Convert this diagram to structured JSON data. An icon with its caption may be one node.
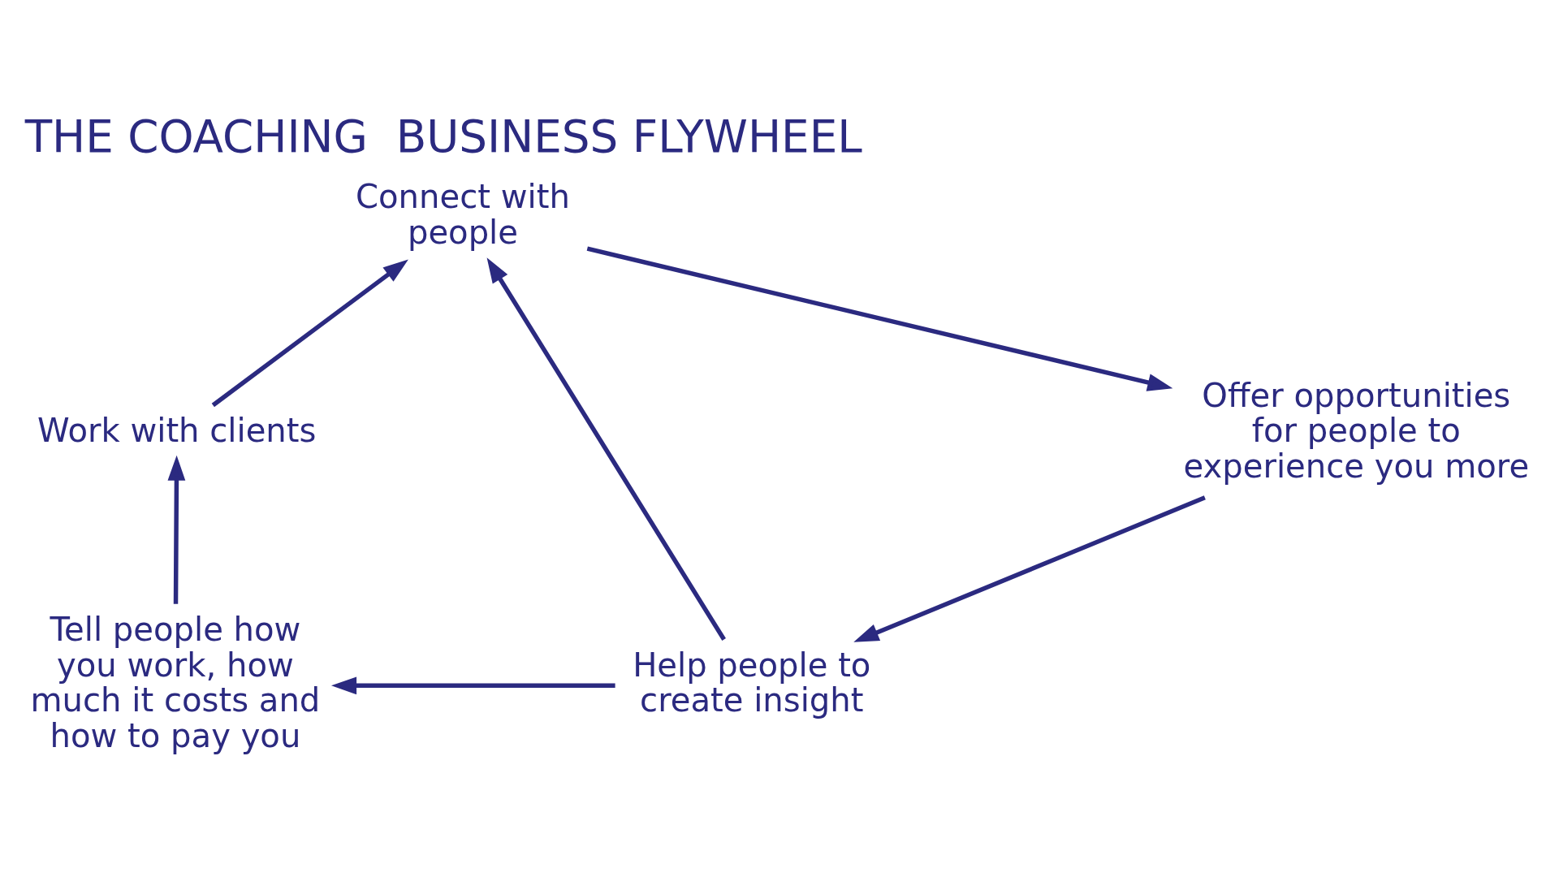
{
  "diagram": {
    "title": "THE COACHING  BUSINESS FLYWHEEL",
    "nodes": [
      {
        "text": [
          "Connect with people"
        ]
      },
      {
        "text": [
          "Offer opportunities for people to experience you more"
        ]
      },
      {
        "text": [
          "Help people to create insight"
        ]
      },
      {
        "text": [
          "Tell people how you work, how much it costs and how to pay you"
        ]
      },
      {
        "text": [
          "Work with clients"
        ]
      }
    ],
    "edges": [
      {
        "from": 0,
        "to": 1,
        "arrow": "to"
      },
      {
        "from": 1,
        "to": 2,
        "arrow": "to"
      },
      {
        "from": 2,
        "to": 3,
        "arrow": "to"
      },
      {
        "from": 3,
        "to": 4,
        "arrow": "to"
      },
      {
        "from": 4,
        "to": 0,
        "arrow": "to"
      },
      {
        "from": 2,
        "to": 0,
        "arrow": "to"
      }
    ]
  }
}
